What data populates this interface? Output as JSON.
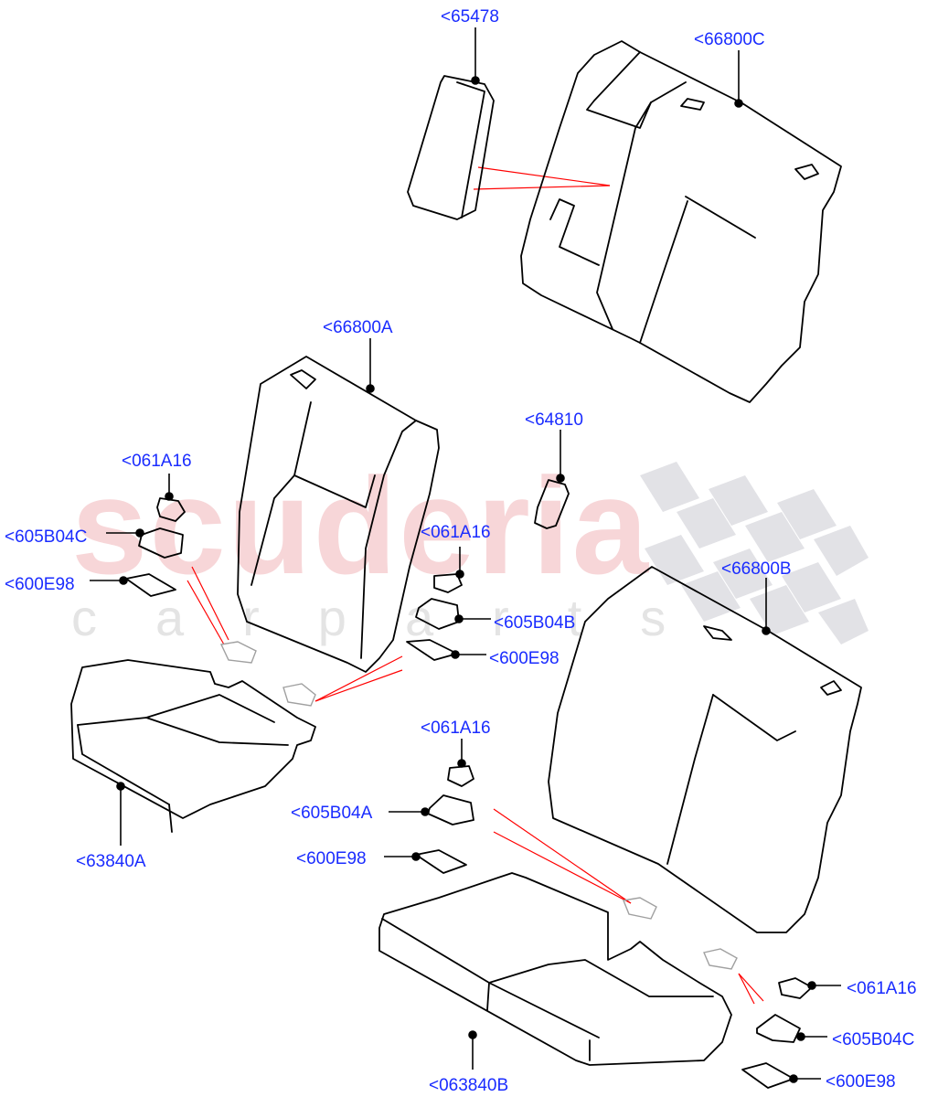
{
  "watermark": {
    "brand": "scuderia",
    "sub": "carparts"
  },
  "colors": {
    "callout_text": "#1a2cff",
    "outline": "#000000",
    "leader_red": "#ff0000",
    "watermark_red": "#f7d6d8",
    "watermark_grey": "#e4e4e4",
    "ghost_clip": "#a0a0a0"
  },
  "callouts": [
    {
      "id": "c1",
      "label": "<65478",
      "part": "headrest"
    },
    {
      "id": "c2",
      "label": "<66800C",
      "part": "seat-back-cover-center"
    },
    {
      "id": "c3",
      "label": "<66800A",
      "part": "seat-back-cover-left"
    },
    {
      "id": "c4",
      "label": "<061A16",
      "part": "clip-left"
    },
    {
      "id": "c5",
      "label": "<605B04C",
      "part": "retainer-left"
    },
    {
      "id": "c6",
      "label": "<600E98",
      "part": "plate-left"
    },
    {
      "id": "c7",
      "label": "<64810",
      "part": "armrest-pad"
    },
    {
      "id": "c8",
      "label": "<061A16",
      "part": "clip-middle"
    },
    {
      "id": "c9",
      "label": "<605B04B",
      "part": "retainer-middle"
    },
    {
      "id": "c10",
      "label": "<600E98",
      "part": "plate-middle"
    },
    {
      "id": "c11",
      "label": "<66800B",
      "part": "seat-back-cover-right"
    },
    {
      "id": "c12",
      "label": "<63840A",
      "part": "seat-cushion-cover-left"
    },
    {
      "id": "c13",
      "label": "<061A16",
      "part": "clip-lower"
    },
    {
      "id": "c14",
      "label": "<605B04A",
      "part": "retainer-lower"
    },
    {
      "id": "c15",
      "label": "<600E98",
      "part": "plate-lower"
    },
    {
      "id": "c16",
      "label": "<063840B",
      "part": "seat-cushion-cover-right"
    },
    {
      "id": "c17",
      "label": "<061A16",
      "part": "clip-right"
    },
    {
      "id": "c18",
      "label": "<605B04C",
      "part": "retainer-right"
    },
    {
      "id": "c19",
      "label": "<600E98",
      "part": "plate-right"
    }
  ]
}
